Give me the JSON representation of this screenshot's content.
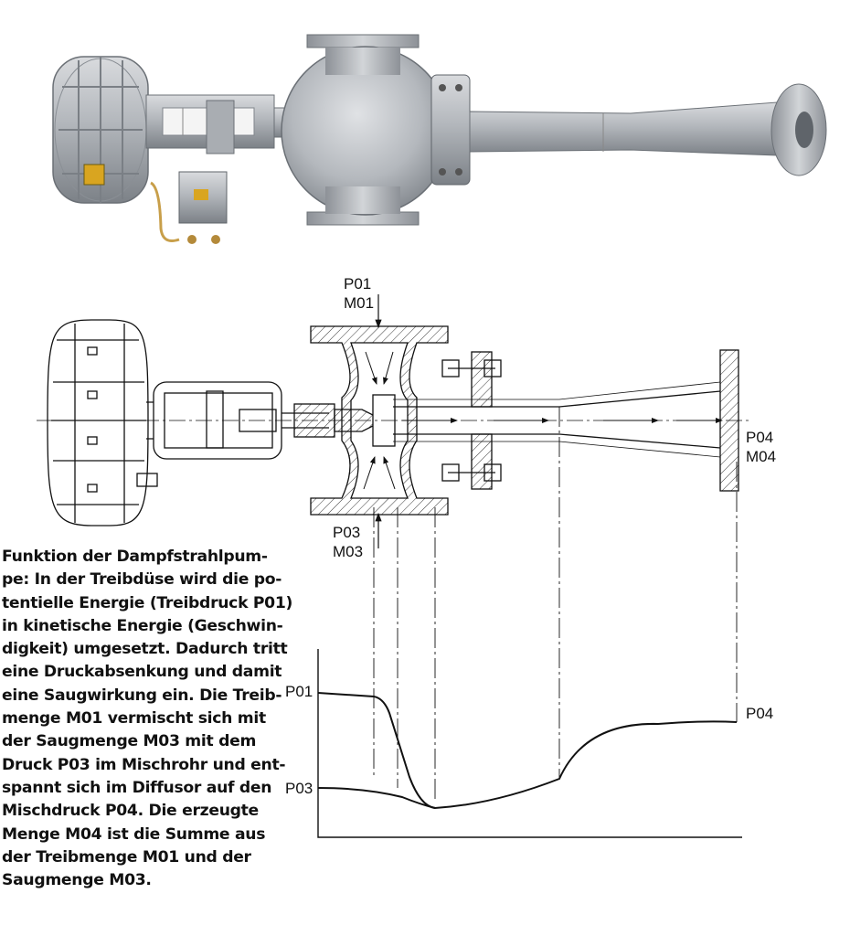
{
  "photo": {
    "alt": "Dampfstrahlpumpe mit pneumatischem Stellantrieb"
  },
  "schematic": {
    "inlet_motive": {
      "pressure": "P01",
      "mass": "M01"
    },
    "inlet_suction": {
      "pressure": "P03",
      "mass": "M03"
    },
    "outlet": {
      "pressure": "P04",
      "mass": "M04"
    }
  },
  "pressure_profile": {
    "label_p01": "P01",
    "label_p03": "P03",
    "label_p04": "P04"
  },
  "caption": {
    "lines": [
      "Funktion der Dampfstrahlpum-",
      "pe: In der Treibdüse wird die po-",
      "tentielle Energie (Treibdruck P01)",
      "in kinetische Energie (Geschwin-",
      "digkeit) umgesetzt. Dadurch tritt",
      "eine Druckabsenkung und damit",
      "eine Saugwirkung ein. Die Treib-",
      "menge M01 vermischt sich mit",
      "der Saugmenge M03 mit dem",
      "Druck P03 im Mischrohr und ent-",
      "spannt sich im Diffusor auf den",
      "Mischdruck P04. Die erzeugte",
      "Menge M04 ist die Summe aus",
      "der Treibmenge M01 und der",
      "Saugmenge M03."
    ]
  }
}
